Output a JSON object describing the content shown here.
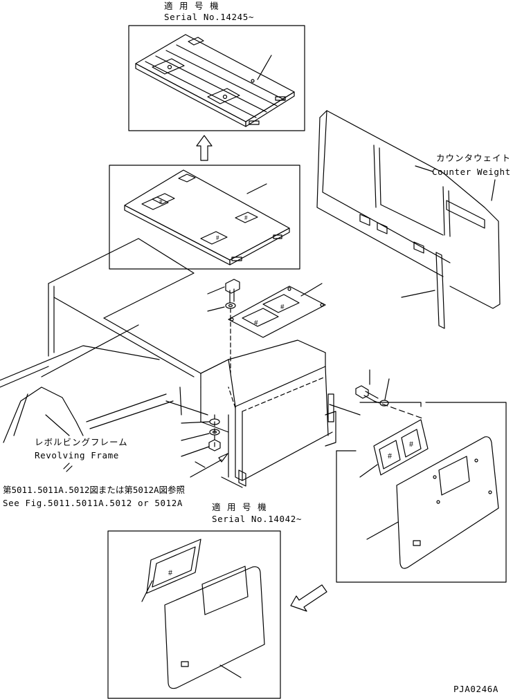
{
  "labels": {
    "top_serial_jp": "適 用 号 機",
    "top_serial_en": "Serial No.14245~",
    "counter_weight_jp": "カウンタウェイト",
    "counter_weight_en": "Counter Weight",
    "revolving_frame_jp": "レボルビングフレーム",
    "revolving_frame_en": "Revolving Frame",
    "ref_jp": "第5011.5011A.5012図または第5012A図参照",
    "ref_en": "See Fig.5011.5011A.5012 or 5012A",
    "mid_serial_jp": "適 用 号 機",
    "mid_serial_en": "Serial No.14042~",
    "drawing_code": "PJA0246A"
  }
}
